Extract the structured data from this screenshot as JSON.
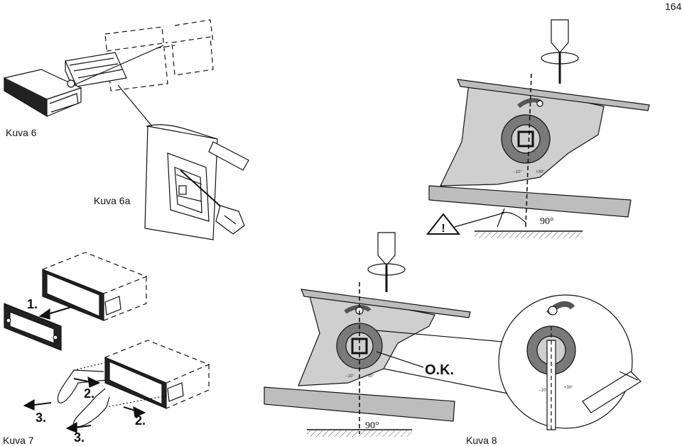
{
  "page_number": "164",
  "figures": {
    "kuva6": "Kuva 6",
    "kuva6a": "Kuva 6a",
    "kuva7": "Kuva 7",
    "kuva8": "Kuva 8"
  },
  "steps": {
    "step1": "1.",
    "step2a": "2.",
    "step2b": "2.",
    "step3a": "3.",
    "step3b": "3."
  },
  "ok_label": "O.K.",
  "angles": {
    "top": "90°",
    "bottom": "90°"
  },
  "dial_marks": {
    "minus": "−10°",
    "plus": "+30°"
  },
  "icons": {
    "warning": "warning-triangle-icon"
  }
}
